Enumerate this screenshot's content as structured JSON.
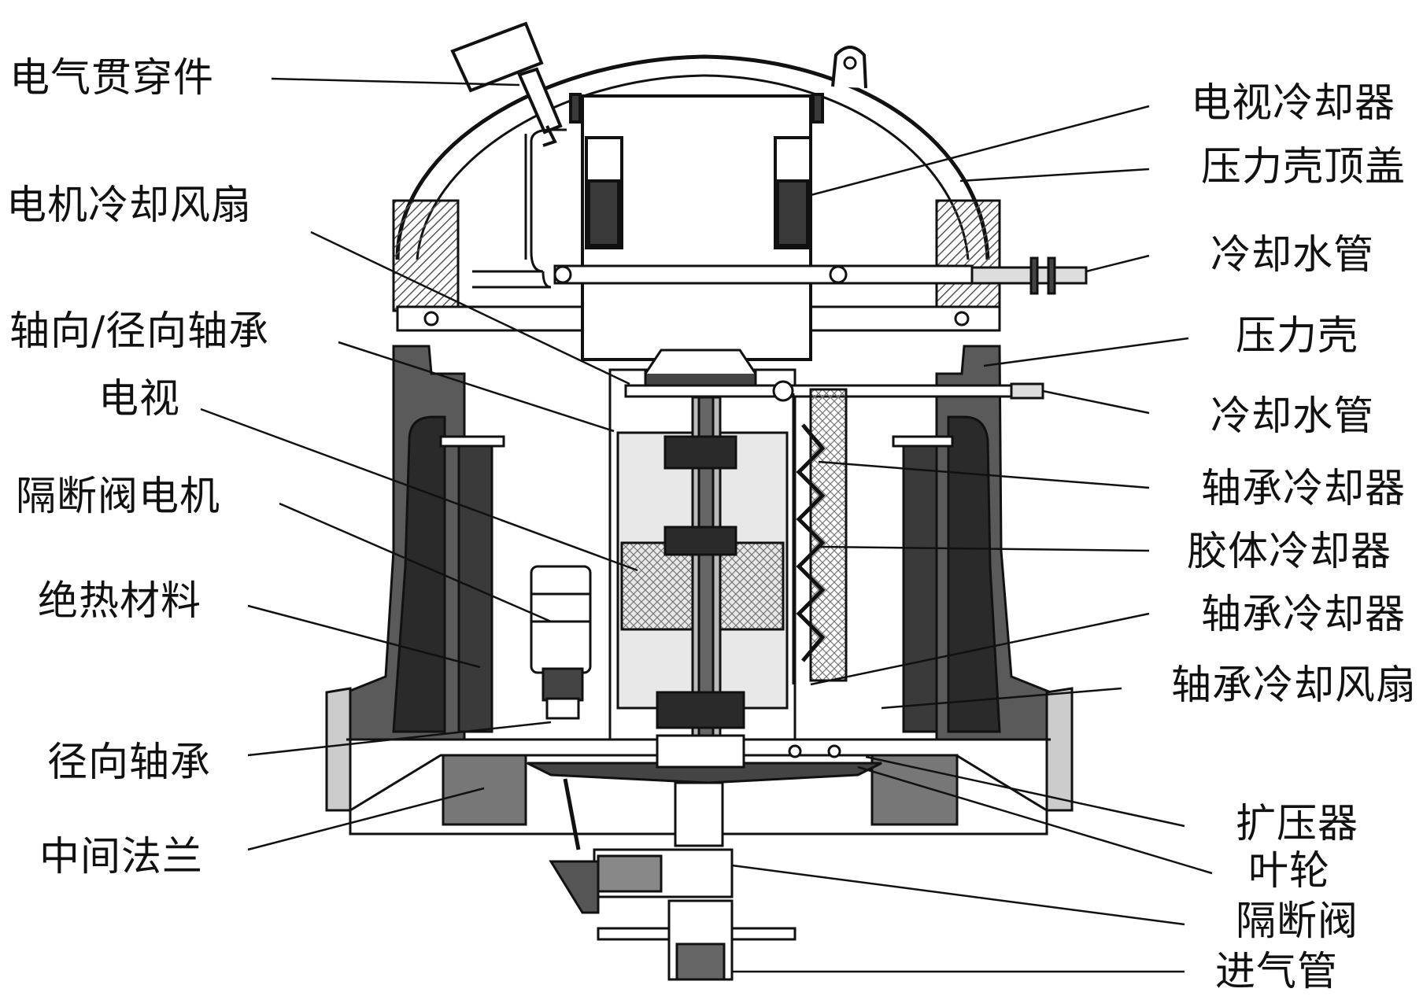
{
  "labels_left": [
    "电气贯穿件",
    "电机冷却风扇",
    "轴向/径向轴承",
    "电视",
    "隔断阀电机",
    "绝热材料",
    "径向轴承",
    "中间法兰"
  ],
  "labels_right": [
    "电视冷却器",
    "压力壳顶盖",
    "冷却水管",
    "压力壳",
    "冷却水管",
    "轴承冷却器",
    "胶体冷却器",
    "轴承冷却器",
    "轴承冷却风扇",
    "扩压器",
    "叶轮",
    "隔断阀",
    "进气管"
  ],
  "colors": {
    "line": "#111111",
    "hatch": "#555555",
    "dark": "#3a3a3a",
    "background": "#ffffff"
  }
}
